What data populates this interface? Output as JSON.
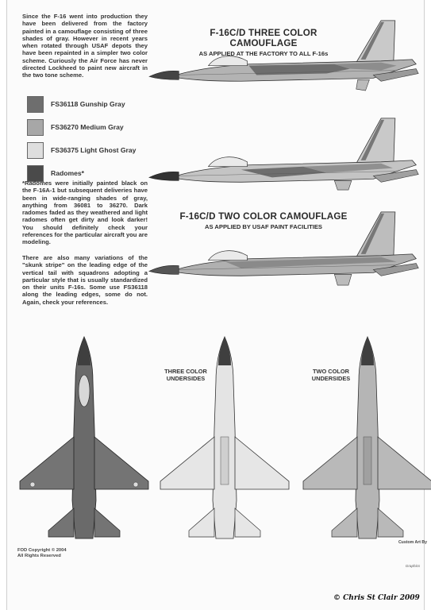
{
  "intro_text": "Since the F-16 went into production they have been delivered from the factory painted in a camouflage consisting of three shades of gray. However in recent years when rotated through USAF depots they have been repainted in a simpler two color scheme. Curiously the Air Force has never directed Lockheed to paint new aircraft in the two tone scheme.",
  "legend": [
    {
      "label": "FS36118 Gunship Gray",
      "color": "#6e6e6e",
      "icon": "gunship-gray-swatch"
    },
    {
      "label": "FS36270 Medium Gray",
      "color": "#a7a7a7",
      "icon": "medium-gray-swatch"
    },
    {
      "label": "FS36375 Light Ghost Gray",
      "color": "#dedede",
      "icon": "light-ghost-gray-swatch"
    },
    {
      "label": "Radomes*",
      "color": "#4a4a4a",
      "icon": "radome-swatch"
    }
  ],
  "radome_note": "*Radomes were initially painted black on the F-16A-1 but subsequent deliveries have been in wide-ranging shades of gray, anything from 36081 to 36270. Dark radomes faded as they weathered and light radomes often get dirty and look darker! You should definitely check your references for the particular aircraft you are modeling.",
  "stripe_note": "There are also many variations of the \"skunk stripe\" on the leading edge of the vertical tail with squadrons adopting a particular style that is usually standardized on their units F-16s. Some use FS36118 along the leading edges, some do not. Again, check your references.",
  "three_color": {
    "title": "F-16C/D THREE COLOR CAMOUFLAGE",
    "subtitle": "AS APPLIED AT THE FACTORY TO ALL F-16s"
  },
  "two_color": {
    "title": "F-16C/D TWO COLOR CAMOUFLAGE",
    "subtitle": "AS APPLIED BY USAF PAINT FACILITIES"
  },
  "undersides": {
    "three_color_label": "THREE COLOR UNDERSIDES",
    "two_color_label": "TWO COLOR UNDERSIDES"
  },
  "footer": {
    "copyright": "FOD Copyright © 2004\nAll Rights Reserved",
    "custom_art_by": "Custom Art By",
    "graphics_mark": "Graphics",
    "watermark": "© Chris St Clair 2009"
  }
}
